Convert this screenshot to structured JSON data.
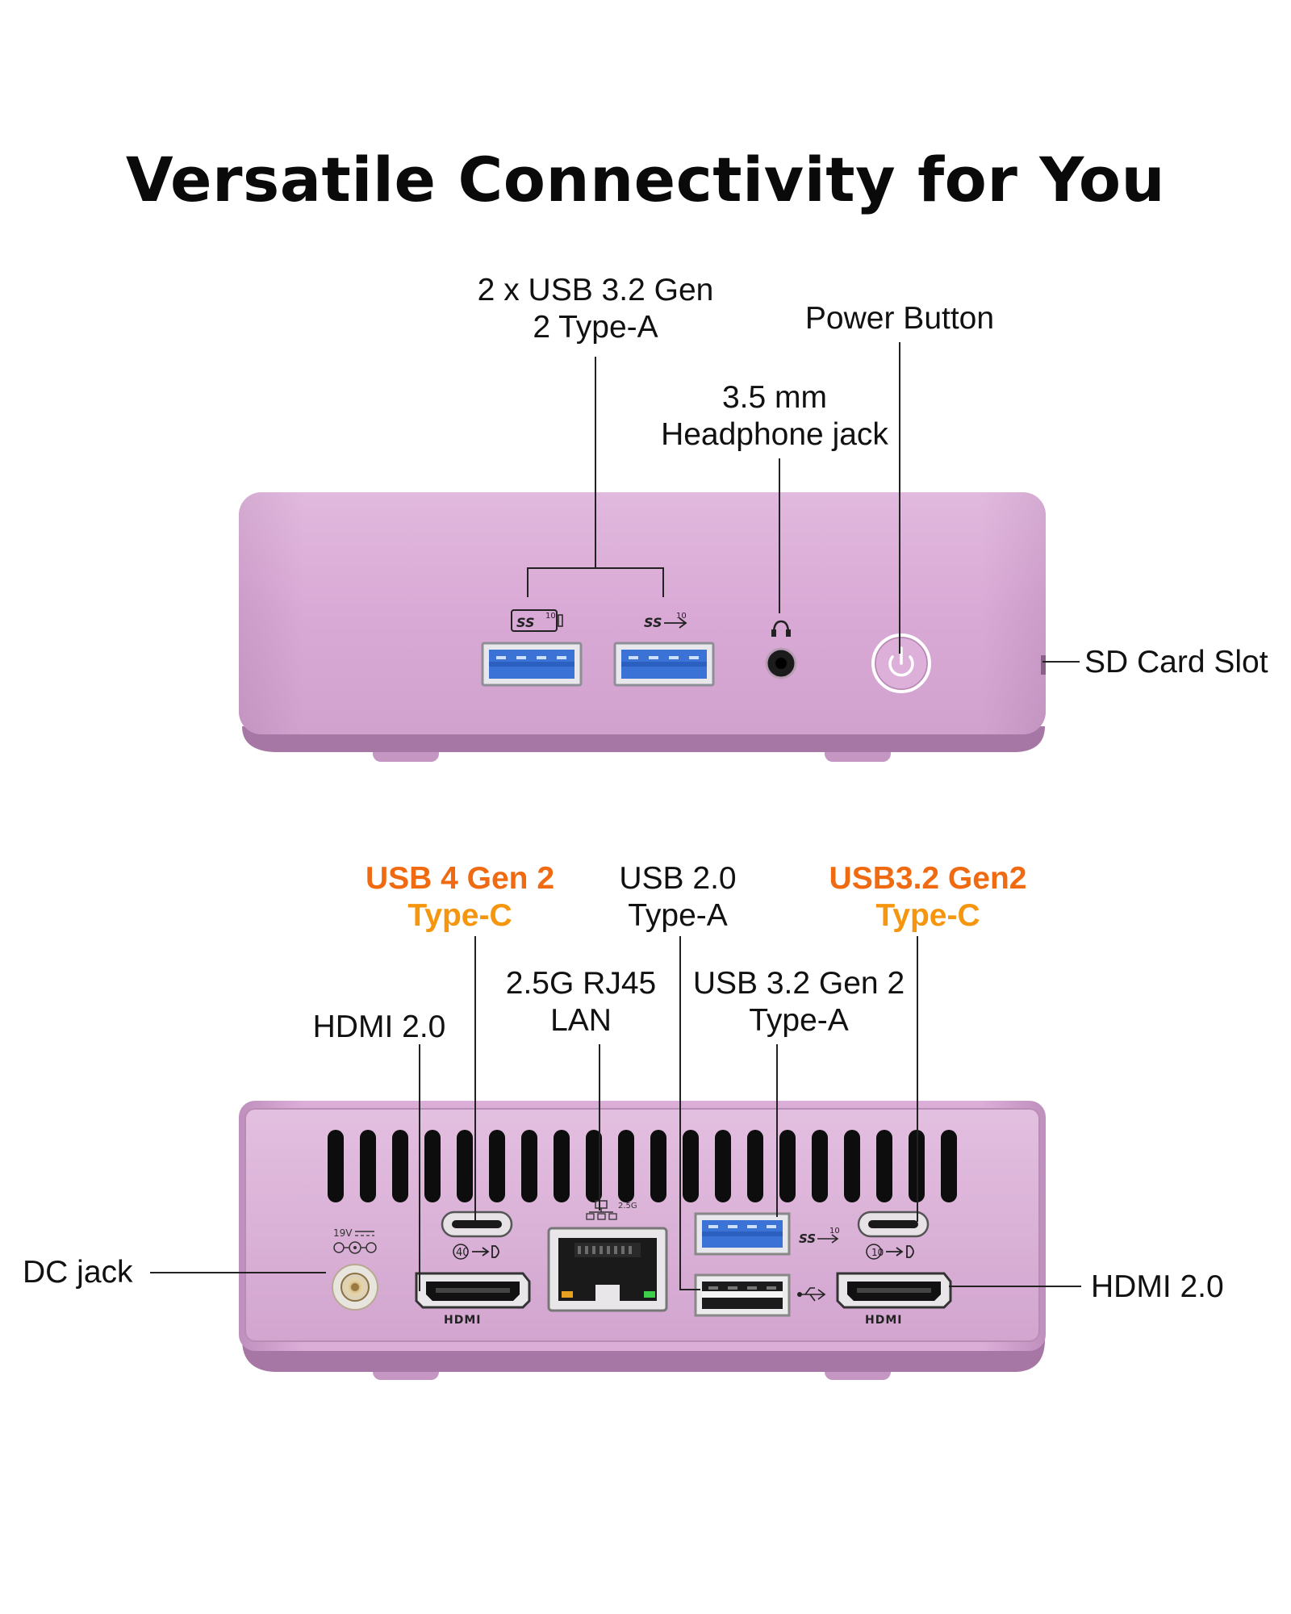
{
  "title": "Versatile Connectivity for You",
  "colors": {
    "case": "#d9a9d5",
    "case_dark": "#b784b3",
    "highlight_orange": "#f07a10",
    "highlight_amber": "#f5960e",
    "usb3_blue": "#3a72d6"
  },
  "front": {
    "usb_a": {
      "line1": "2 x USB 3.2 Gen",
      "line2": "2 Type-A"
    },
    "power": {
      "label": "Power Button"
    },
    "headphone": {
      "line1": "3.5 mm",
      "line2": "Headphone jack"
    },
    "sd": {
      "label": "SD Card Slot"
    }
  },
  "back": {
    "usb4": {
      "line1": "USB 4 Gen 2",
      "line2": "Type-C"
    },
    "usb20": {
      "line1": "USB 2.0",
      "line2": "Type-A"
    },
    "usb32c": {
      "line1": "USB3.2 Gen2",
      "line2": "Type-C"
    },
    "lan": {
      "line1": "2.5G RJ45",
      "line2": "LAN"
    },
    "usb32a": {
      "line1": "USB 3.2 Gen 2",
      "line2": "Type-A"
    },
    "hdmi_left": {
      "label": "HDMI 2.0"
    },
    "dc": {
      "label": "DC jack"
    },
    "hdmi_right": {
      "label": "HDMI 2.0"
    }
  },
  "port_markings": {
    "ss10": "SS",
    "ten": "10",
    "lan_speed": "2.5G",
    "dc_voltage": "19V",
    "hdmi_logo": "HDMI",
    "tb40": "40",
    "c10": "10"
  },
  "icons": [
    "usb-superspeed-icon",
    "headphone-icon",
    "power-icon",
    "network-icon",
    "usb-icon",
    "displayport-icon",
    "dc-polarity-icon"
  ]
}
